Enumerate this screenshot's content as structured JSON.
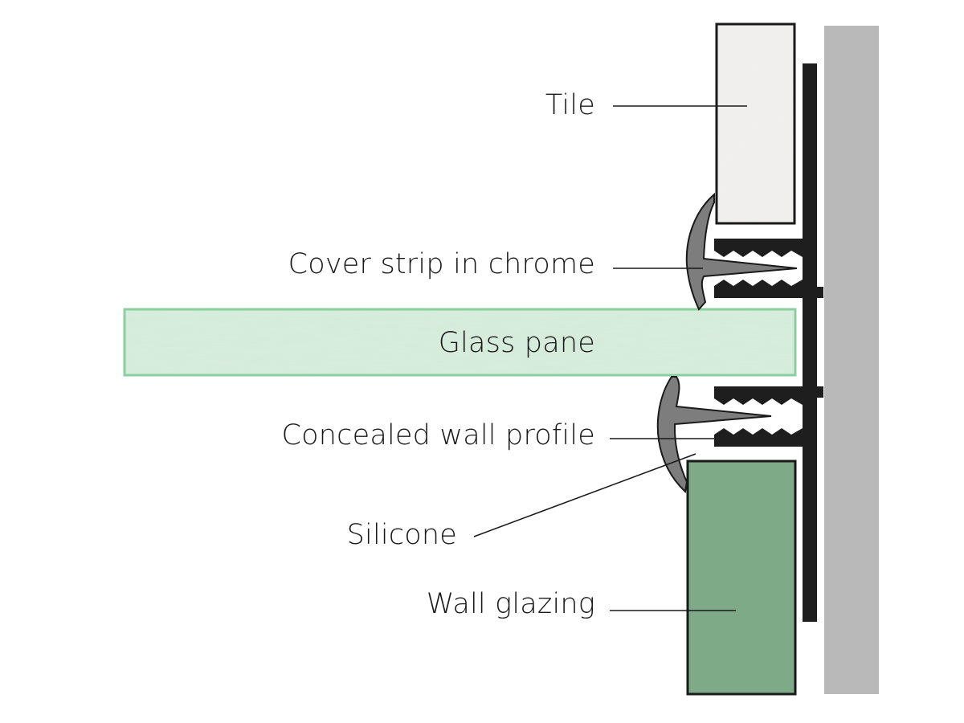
{
  "diagram": {
    "labels": {
      "tile": "Tile",
      "cover_strip": "Cover strip in chrome",
      "glass_pane": "Glass pane",
      "concealed_profile": "Concealed wall profile",
      "silicone": "Silicone",
      "wall_glazing": "Wall glazing"
    },
    "colors": {
      "background": "#ffffff",
      "wall": "#b9b9b9",
      "profile": "#1e1e1e",
      "tile": "#f0efed",
      "glass_pane": "#d4ecd9",
      "glass_pane_edge": "#8ccf9f",
      "wall_glazing": "#7faa87",
      "cover_strip": "#7d7d7d",
      "line": "#1a1a1a"
    }
  }
}
